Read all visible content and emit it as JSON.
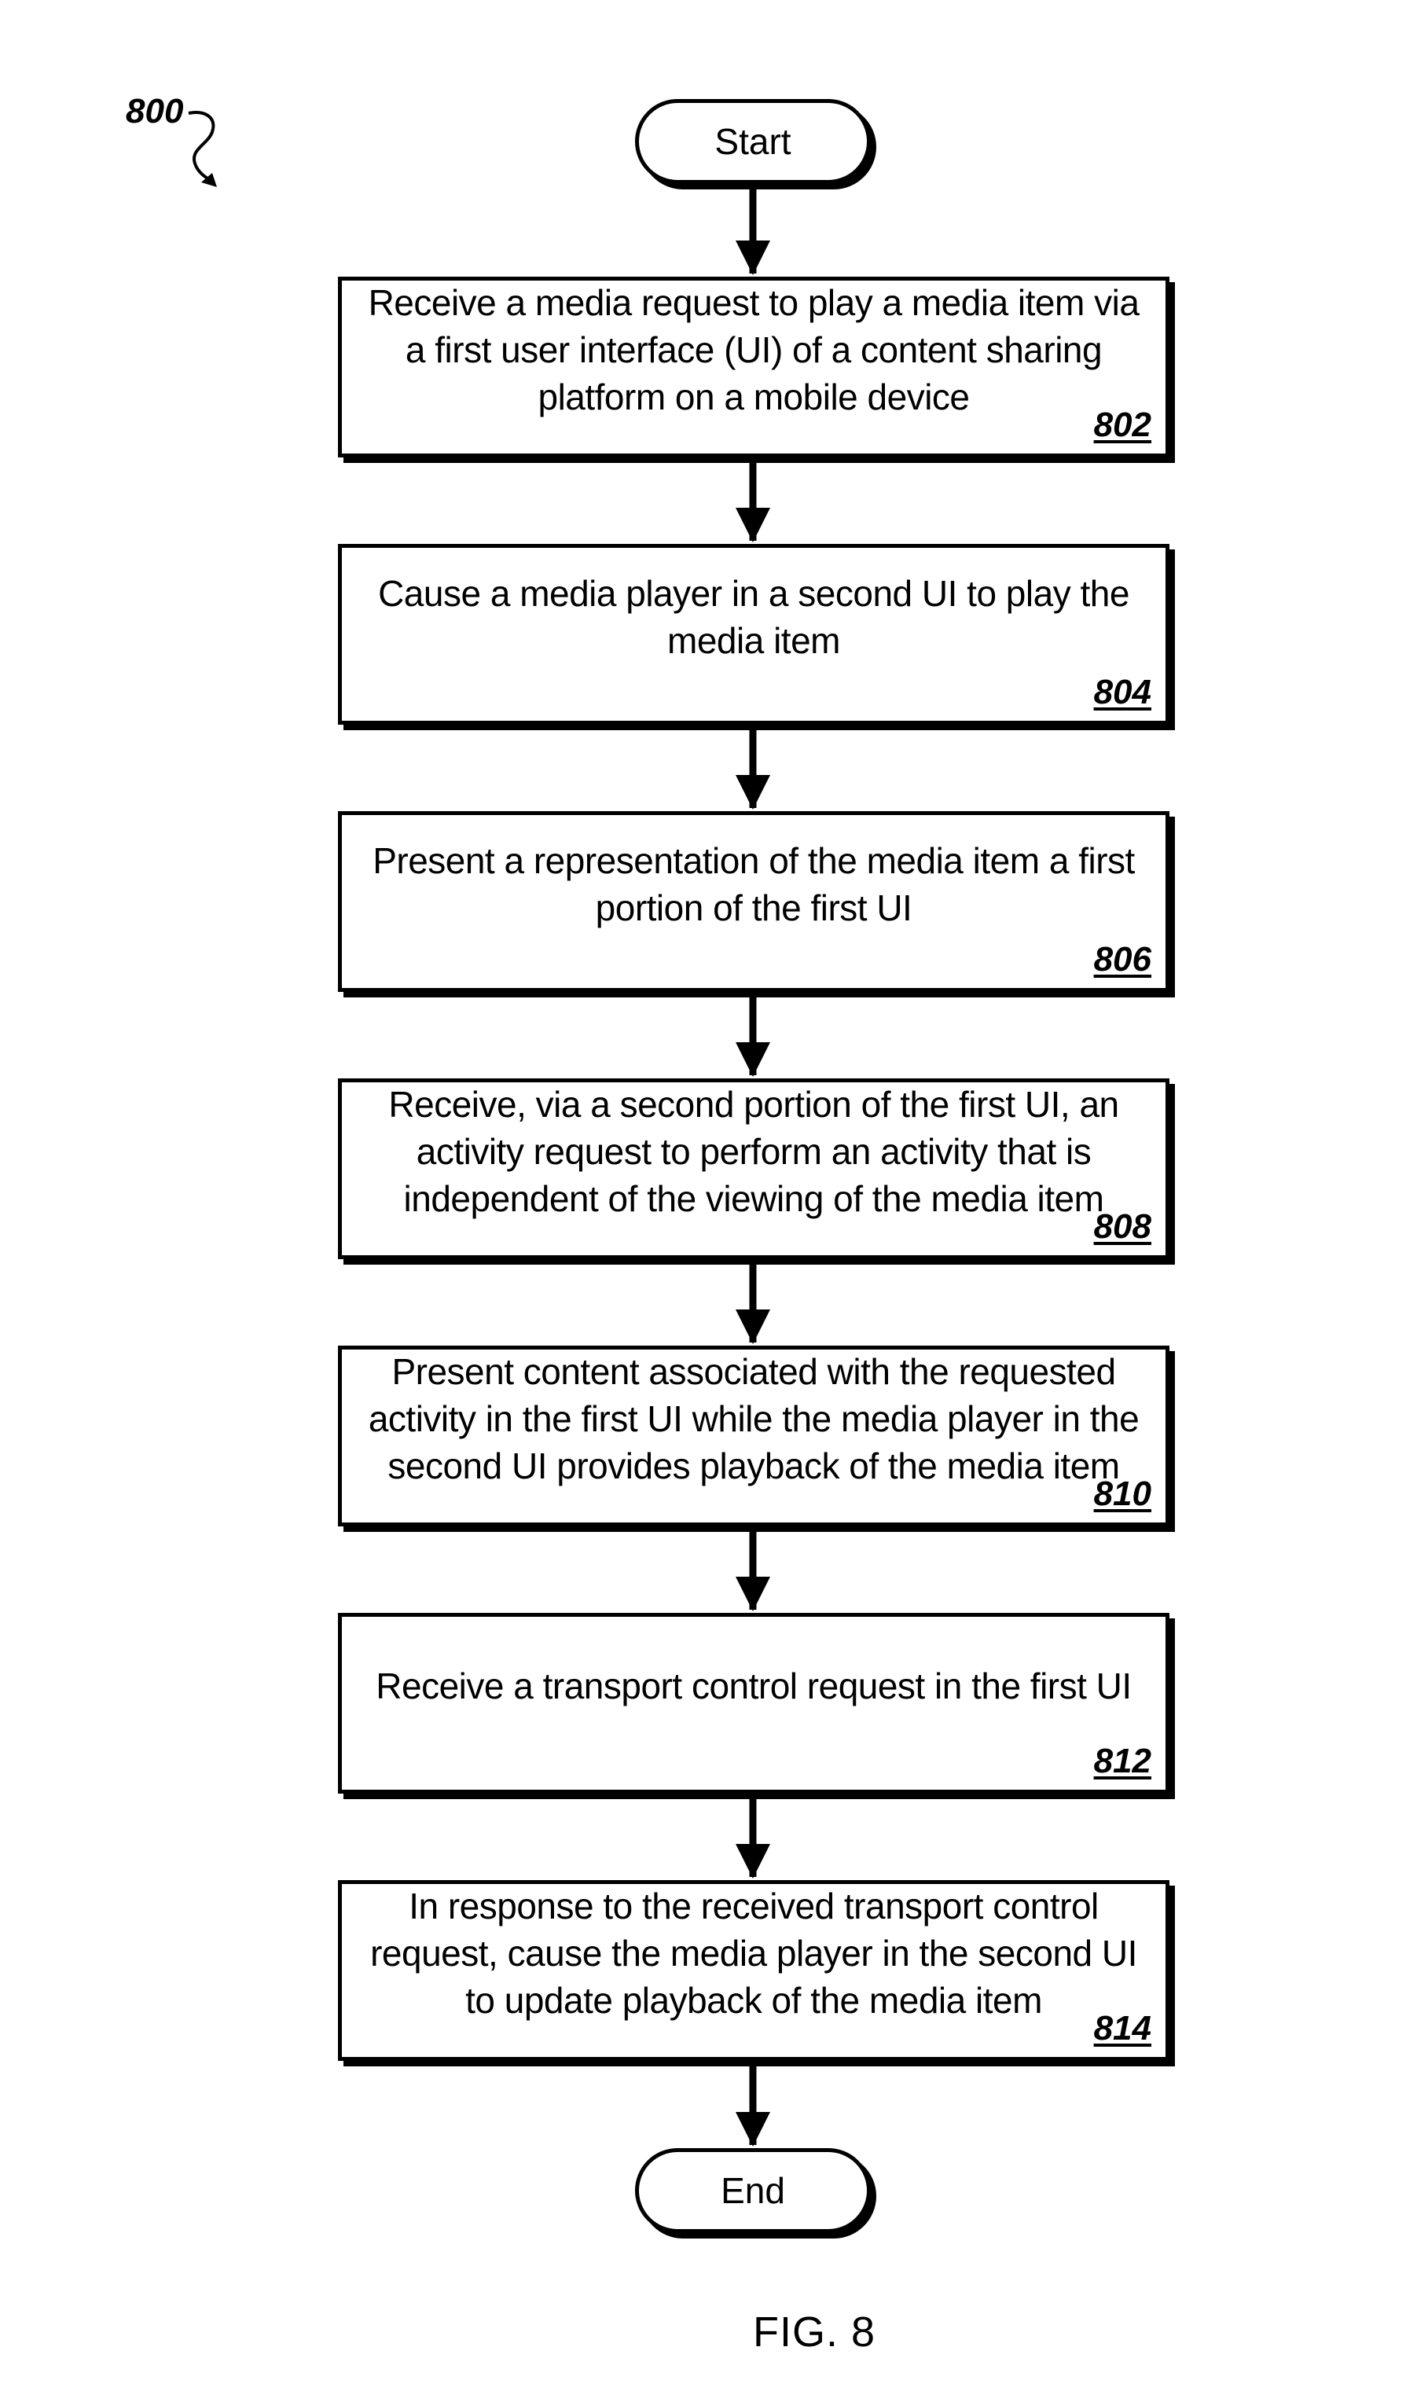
{
  "figure_ref": "800",
  "start_label": "Start",
  "end_label": "End",
  "steps": [
    {
      "text": "Receive a media request to play a media item via a first user interface (UI) of a content sharing platform on a mobile device",
      "ref": "802"
    },
    {
      "text": "Cause a media player in a second UI to play the media item",
      "ref": "804"
    },
    {
      "text": "Present a representation of the media item a first portion of the first UI",
      "ref": "806"
    },
    {
      "text": "Receive, via a second portion of the first UI, an activity request to perform an activity that is independent of the viewing of the media item",
      "ref": "808"
    },
    {
      "text": "Present content associated with the requested activity in the first UI while the media player in the second UI provides playback of the media item",
      "ref": "810"
    },
    {
      "text": "Receive a transport control request in the first UI",
      "ref": "812"
    },
    {
      "text": "In response to the received transport control request, cause the media player in the second UI to update playback of the media item",
      "ref": "814"
    }
  ],
  "caption": "FIG. 8"
}
